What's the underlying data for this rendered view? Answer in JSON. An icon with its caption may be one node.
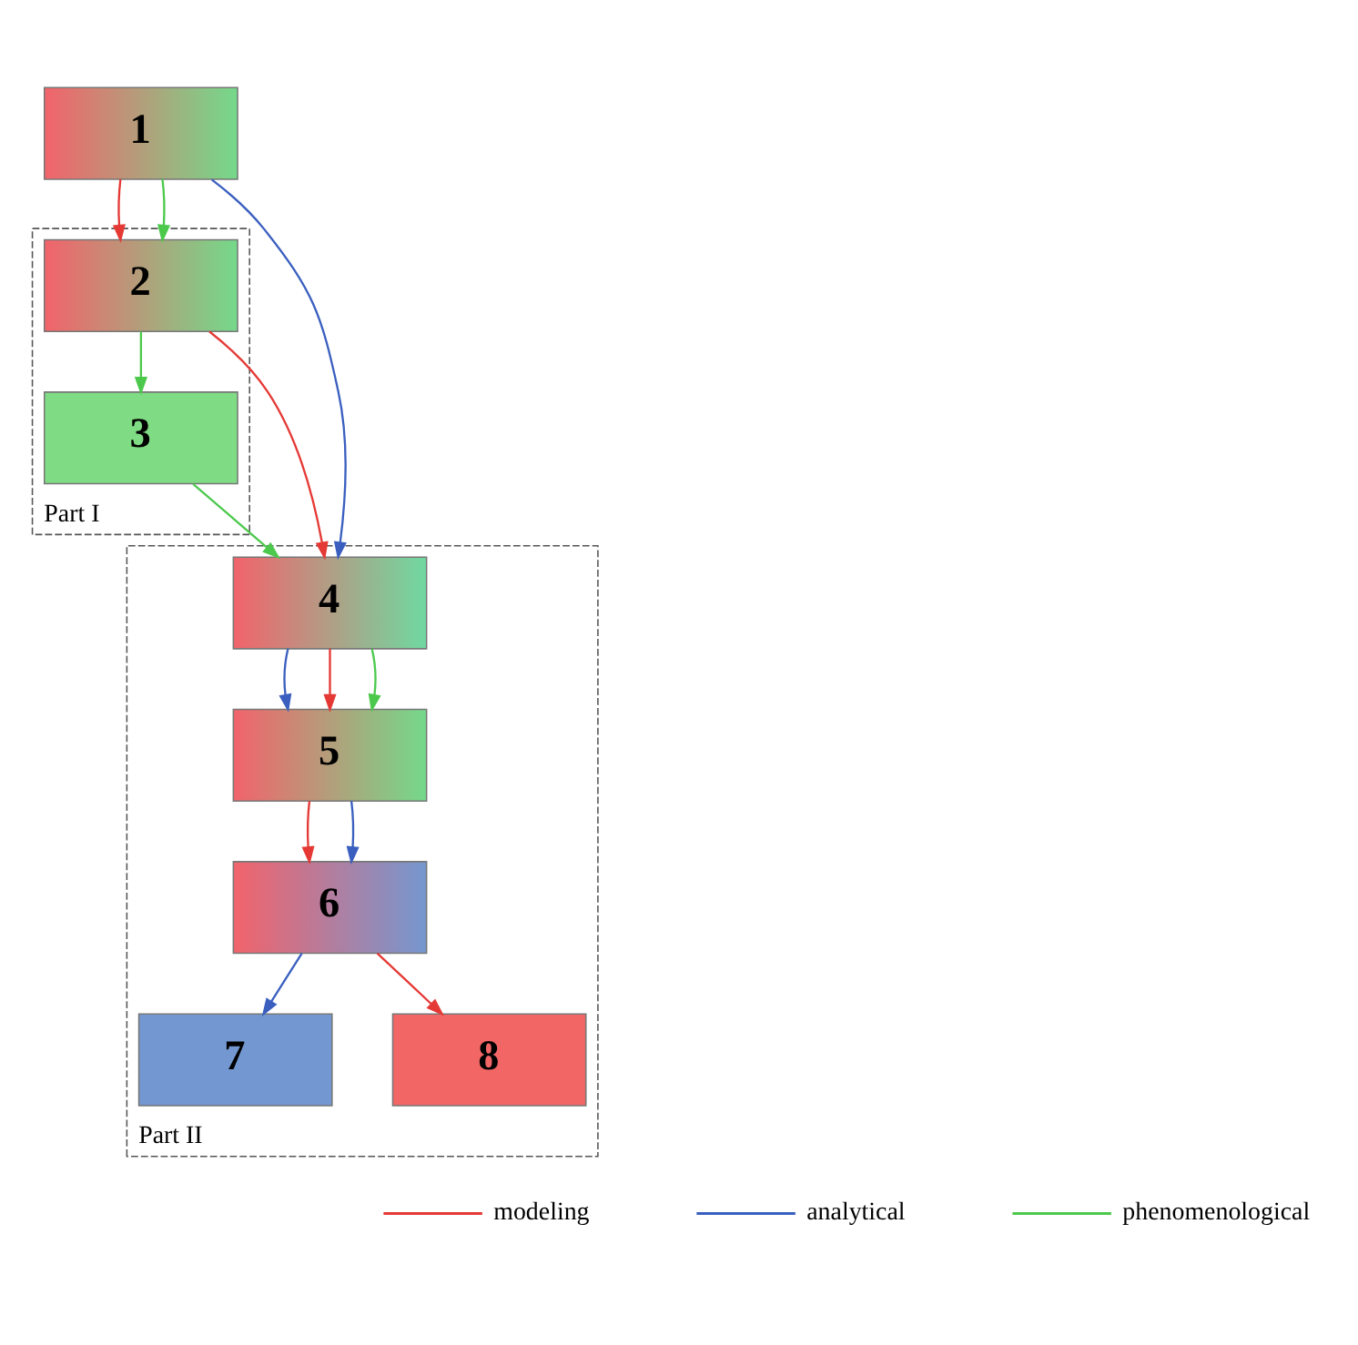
{
  "diagram": {
    "nodes": [
      {
        "text": [
          "1"
        ]
      },
      {
        "text": [
          "Part I"
        ]
      },
      {
        "text": [
          "2"
        ],
        "in": 1
      },
      {
        "text": [
          "3"
        ],
        "in": 1
      },
      {
        "text": [
          "Part II"
        ]
      },
      {
        "text": [
          "4"
        ],
        "in": 4
      },
      {
        "text": [
          "5"
        ],
        "in": 4
      },
      {
        "text": [
          "6"
        ],
        "in": 4
      },
      {
        "text": [
          "7"
        ],
        "in": 4
      },
      {
        "text": [
          "8"
        ],
        "in": 4
      }
    ],
    "edges": [
      {
        "from": 0,
        "to": 2,
        "arrow": "to",
        "color": "#e53935"
      },
      {
        "from": 0,
        "to": 2,
        "arrow": "to",
        "color": "#4cc94c"
      },
      {
        "from": 0,
        "to": 5,
        "arrow": "to",
        "color": "#3a5fbf"
      },
      {
        "from": 2,
        "to": 5,
        "arrow": "to",
        "color": "#e53935"
      },
      {
        "from": 2,
        "to": 3,
        "arrow": "to",
        "color": "#4cc94c"
      },
      {
        "from": 3,
        "to": 5,
        "arrow": "to",
        "color": "#4cc94c"
      },
      {
        "from": 5,
        "to": 6,
        "arrow": "to",
        "color": "#3a5fbf"
      },
      {
        "from": 5,
        "to": 6,
        "arrow": "to",
        "color": "#e53935"
      },
      {
        "from": 5,
        "to": 6,
        "arrow": "to",
        "color": "#4cc94c"
      },
      {
        "from": 6,
        "to": 7,
        "arrow": "to",
        "color": "#e53935"
      },
      {
        "from": 6,
        "to": 7,
        "arrow": "to",
        "color": "#3a5fbf"
      },
      {
        "from": 7,
        "to": 9,
        "arrow": "to",
        "color": "#e53935"
      },
      {
        "from": 7,
        "to": 8,
        "arrow": "to",
        "color": "#3a5fbf"
      }
    ],
    "legend": [
      {
        "text": "modeling",
        "color": "#e53935"
      },
      {
        "text": "analytical",
        "color": "#3a5fbf"
      },
      {
        "text": "phenomenological",
        "color": "#4cc94c"
      }
    ]
  }
}
